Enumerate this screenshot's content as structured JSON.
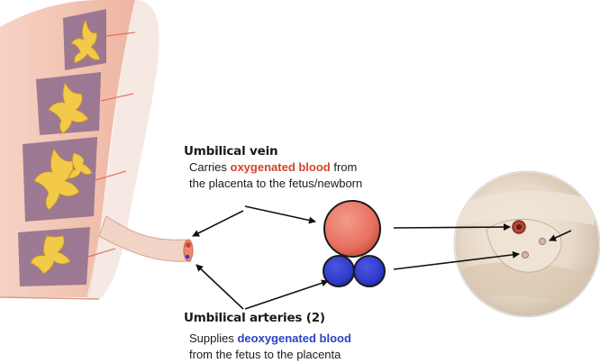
{
  "vein": {
    "title": "Umbilical vein",
    "line1_pre": "Carries ",
    "line1_highlight": "oxygenated blood",
    "line1_post": " from",
    "line2": "the placenta to the fetus/newborn"
  },
  "arteries": {
    "title": "Umbilical arteries (2)",
    "line1_pre": "Supplies ",
    "line1_highlight": "deoxygenated blood",
    "line2": "from the fetus to the placenta"
  },
  "colors": {
    "vein_red": "#e8705f",
    "artery_blue": "#2f39c8",
    "highlight_red": "#d2452a",
    "highlight_blue": "#2a44c2",
    "placenta_tissue": "#f2c7b8",
    "villi_yellow": "#f3c94a"
  }
}
